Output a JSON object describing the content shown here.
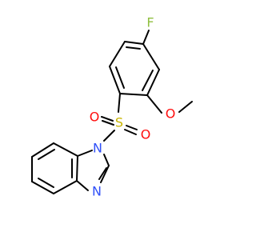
{
  "molecule": {
    "atom_labels": {
      "fluorine": "F",
      "sulfur": "S",
      "oxygen_sulfonyl_1": "O",
      "oxygen_sulfonyl_2": "O",
      "oxygen_methoxy": "O",
      "nitrogen_1": "N",
      "nitrogen_3": "N"
    },
    "colors": {
      "bond": "#000000",
      "fluorine": "#8fbf3f",
      "sulfur": "#c8b400",
      "oxygen": "#ff0d0d",
      "nitrogen": "#3050f8"
    }
  }
}
